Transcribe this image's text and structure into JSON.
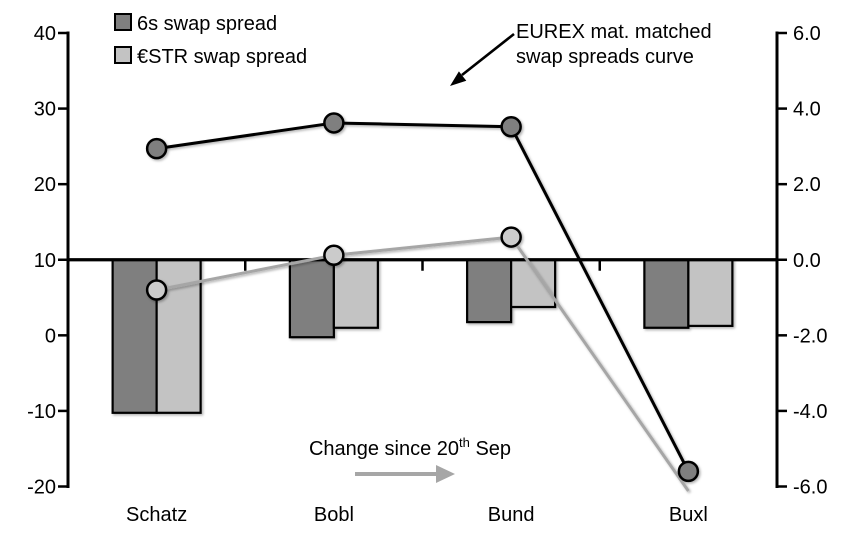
{
  "legend": {
    "items": [
      {
        "label": "6s swap spread",
        "color": "#7f7f7f"
      },
      {
        "label": "€STR swap spread",
        "color": "#c3c3c3"
      }
    ]
  },
  "annotations": {
    "curve": {
      "line1": "EUREX mat. matched",
      "line2": "swap spreads curve"
    },
    "change": {
      "prefix": "Change since 20",
      "sup": "th",
      "suffix": " Sep"
    }
  },
  "chart_data": {
    "type": "combo",
    "categories": [
      "Schatz",
      "Bobl",
      "Bund",
      "Buxl"
    ],
    "left_axis": {
      "range": [
        -20,
        40
      ],
      "ticks": [
        {
          "value": 40,
          "label": "40"
        },
        {
          "value": 30,
          "label": "30"
        },
        {
          "value": 20,
          "label": "20"
        },
        {
          "value": 10,
          "label": "10"
        },
        {
          "value": 0,
          "label": "0"
        },
        {
          "value": -10,
          "label": "-10"
        },
        {
          "value": -20,
          "label": "-20"
        }
      ]
    },
    "right_axis": {
      "range": [
        -6,
        6
      ],
      "ticks": [
        {
          "value": 6,
          "label": "6.0"
        },
        {
          "value": 4,
          "label": "4.0"
        },
        {
          "value": 2,
          "label": "2.0"
        },
        {
          "value": 0,
          "label": "0.0"
        },
        {
          "value": -2,
          "label": "-2.0"
        },
        {
          "value": -4,
          "label": "-4.0"
        },
        {
          "value": -6,
          "label": "-6.0"
        }
      ]
    },
    "baseline": {
      "left_value": 10,
      "right_value": 0
    },
    "bar_series": [
      {
        "name": "6s swap spread",
        "axis": "right",
        "type": "bar",
        "color": "#7f7f7f",
        "values": [
          -4.05,
          -2.05,
          -1.65,
          -1.8
        ]
      },
      {
        "name": "€STR swap spread",
        "axis": "right",
        "type": "bar",
        "color": "#c3c3c3",
        "values": [
          -4.05,
          -1.8,
          -1.25,
          -1.75
        ]
      }
    ],
    "line_series": [
      {
        "name": "6s swap spread curve (EUREX mat. matched)",
        "axis": "left",
        "type": "line",
        "color": "#000000",
        "marker_color": "#7f7f7f",
        "values": [
          24.7,
          28.1,
          27.6,
          -18.0
        ],
        "markers": [
          true,
          true,
          true,
          true
        ]
      },
      {
        "name": "€STR swap spread curve (EUREX mat. matched)",
        "axis": "left",
        "type": "line",
        "color": "#a6a6a6",
        "marker_color": "#cbcbcb",
        "values": [
          6.0,
          10.6,
          13.0,
          -20.6
        ],
        "markers": [
          true,
          true,
          true,
          false
        ]
      }
    ]
  },
  "colors": {
    "bar_dark": "#7f7f7f",
    "bar_light": "#c3c3c3",
    "line_black": "#000000",
    "line_gray": "#a6a6a6",
    "change_arrow": "#a6a6a6",
    "axis": "#000000"
  }
}
